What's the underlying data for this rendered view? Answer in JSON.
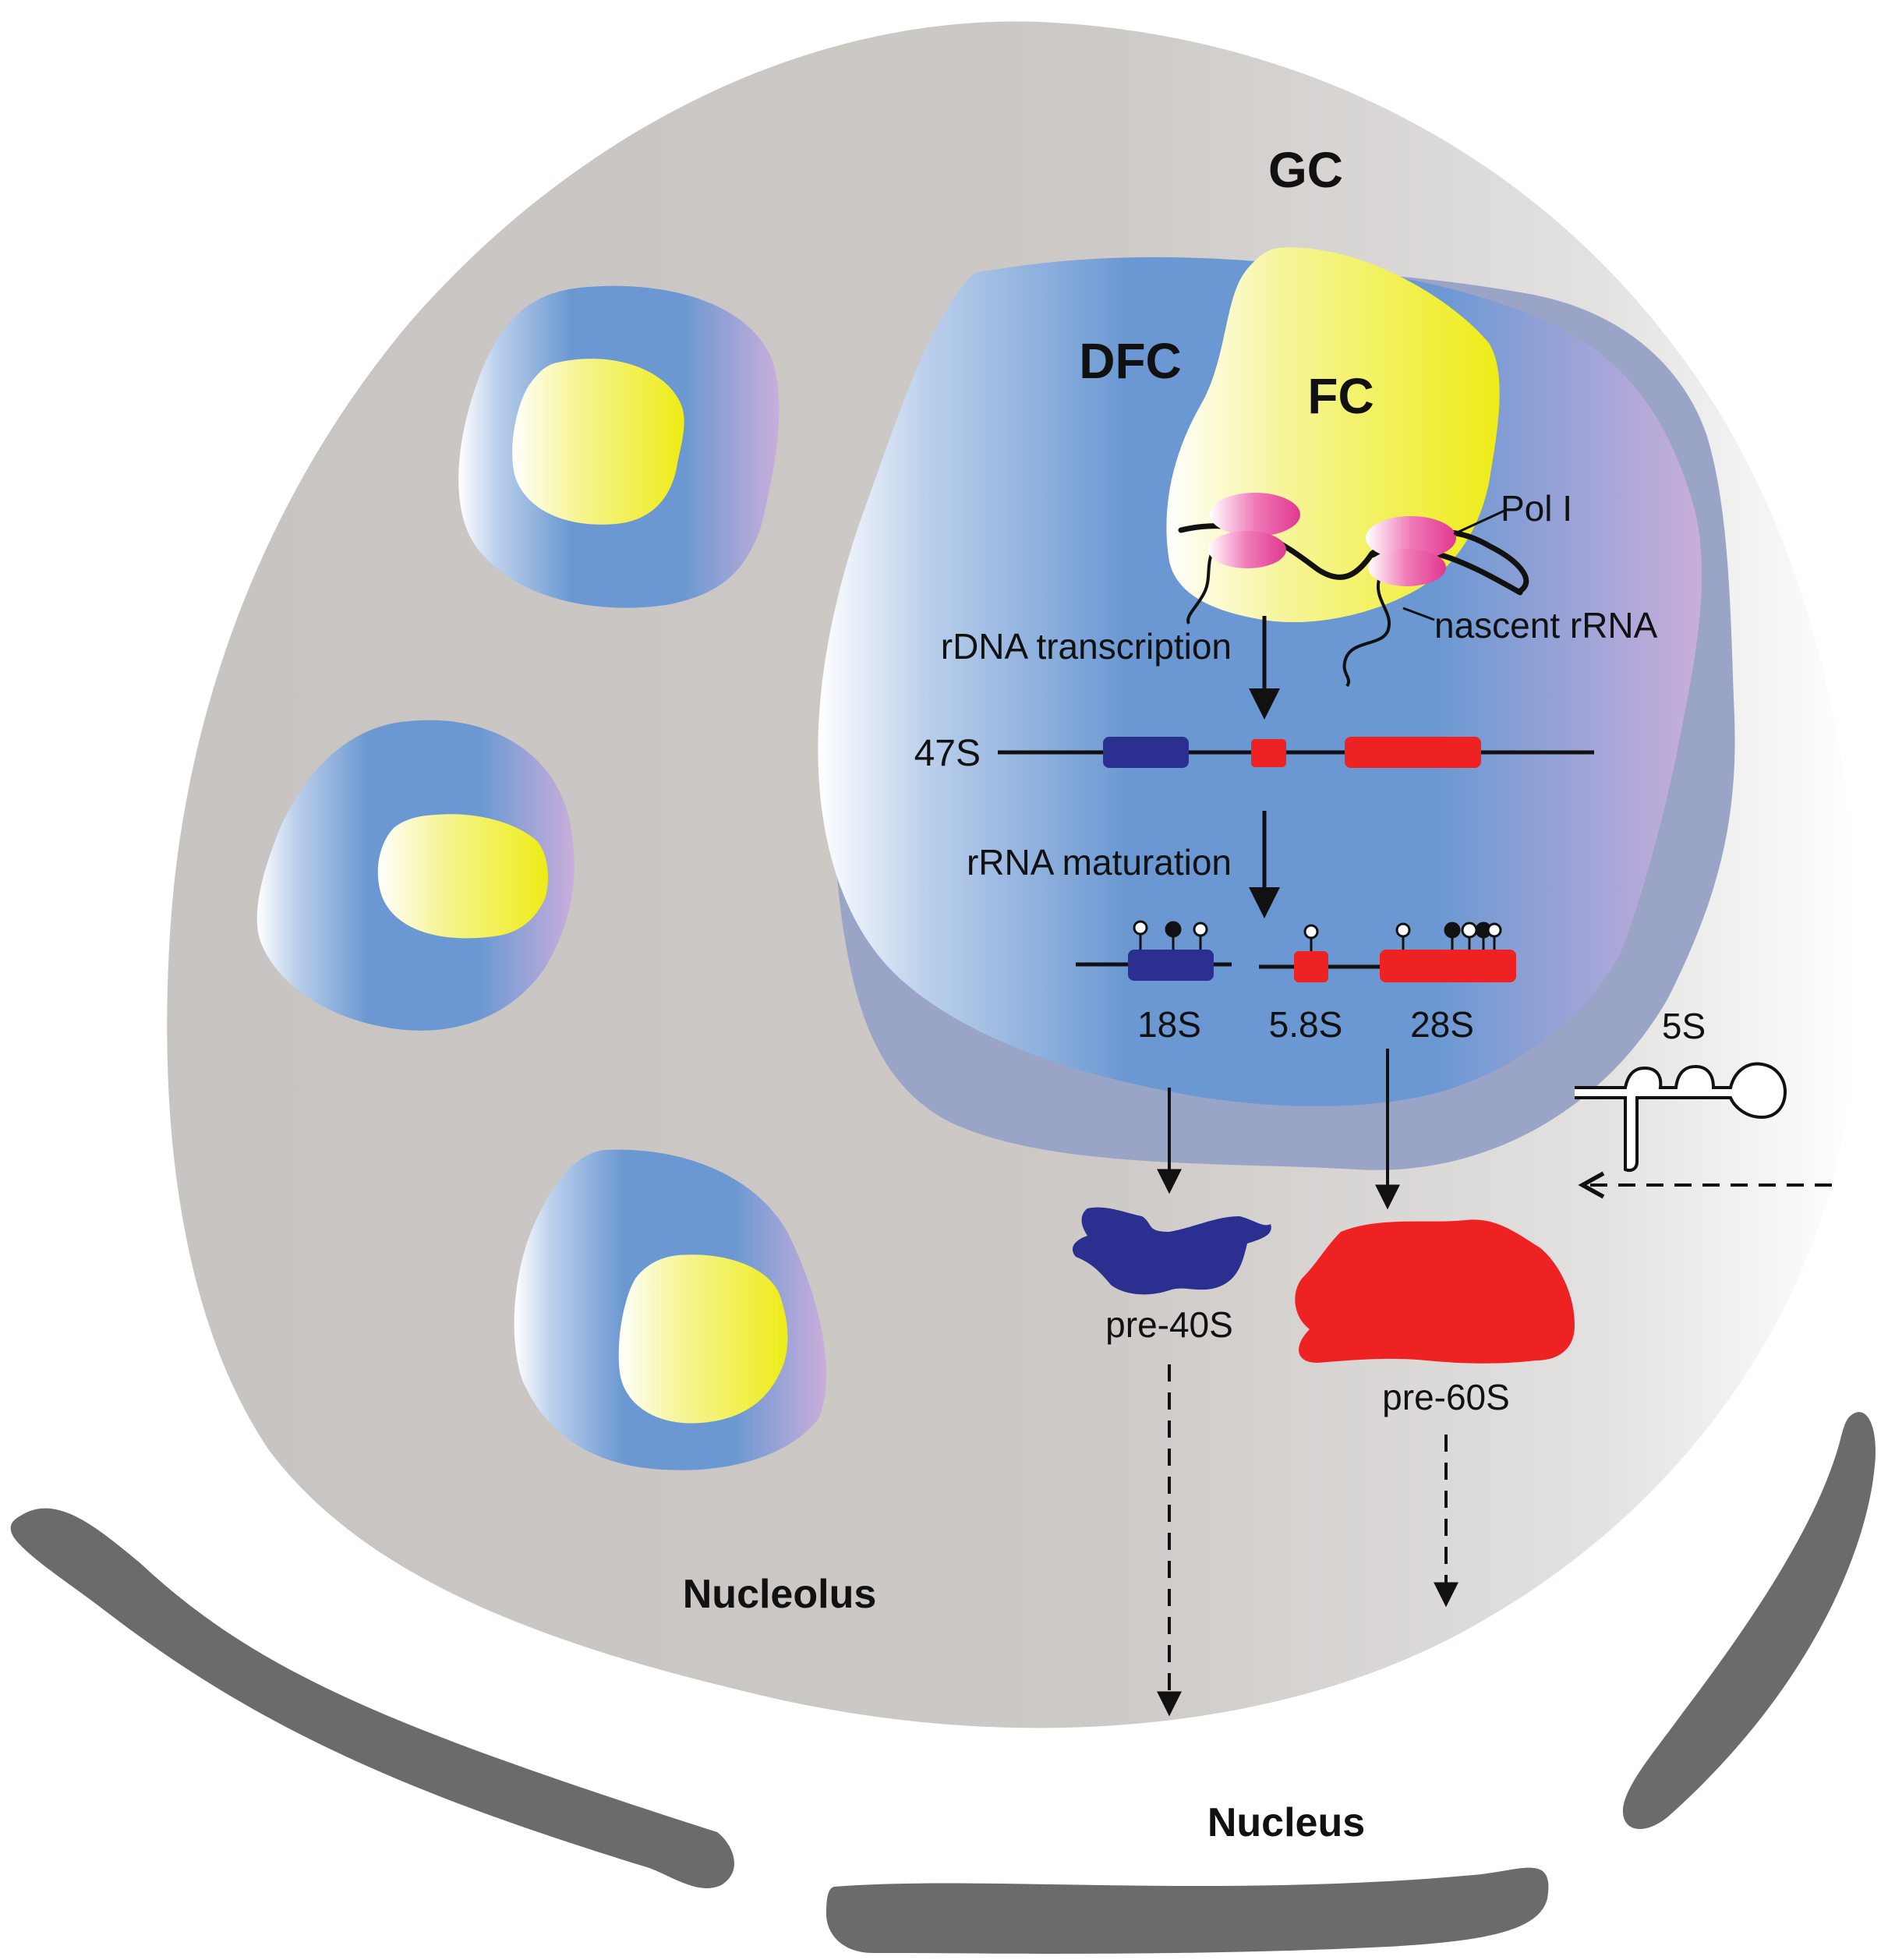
{
  "labels": {
    "gc": "GC",
    "dfc": "DFC",
    "fc": "FC",
    "pol1": "Pol I",
    "nascent": "nascent rRNA",
    "rdna_transcription": "rDNA transcription",
    "s47": "47S",
    "rrna_maturation": "rRNA maturation",
    "s18": "18S",
    "s58": "5.8S",
    "s28": "28S",
    "s5": "5S",
    "pre40": "pre-40S",
    "pre60": "pre-60S",
    "nucleolus": "Nucleolus",
    "nucleus": "Nucleus"
  },
  "colors": {
    "gc": "#c8c4c1",
    "dfc": "#6b98d2",
    "fc": "#f0ef1e",
    "pol1": "#e0388f",
    "rrna_18s": "#2b2f8f",
    "rrna_28s": "#ee2222",
    "envelope": "#6b6b6b"
  }
}
